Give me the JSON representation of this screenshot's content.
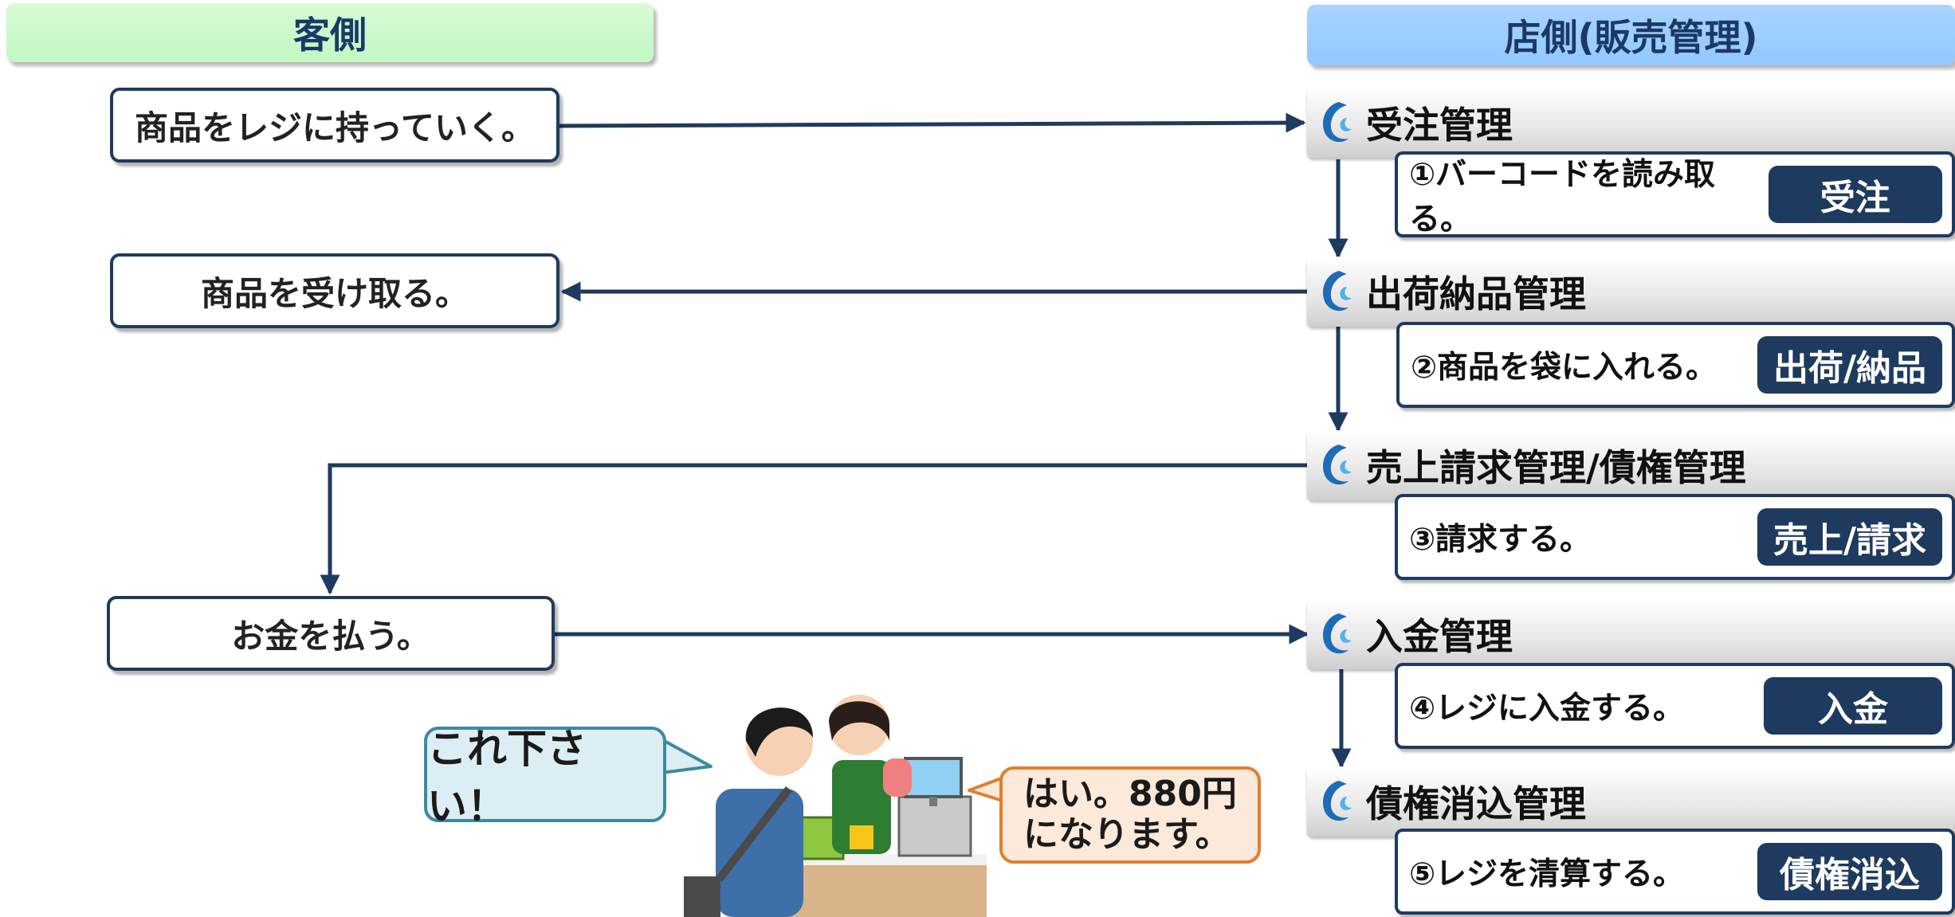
{
  "headers": {
    "customer": "客側",
    "store": "店側(販売管理)"
  },
  "customer_actions": [
    {
      "text": "商品をレジに持っていく。"
    },
    {
      "text": "商品を受け取る。"
    },
    {
      "text": "お金を払う。"
    }
  ],
  "stages": [
    {
      "title": "受注管理",
      "step": "①バーコードを読み取る。",
      "function": "受注"
    },
    {
      "title": "出荷納品管理",
      "step": "②商品を袋に入れる。",
      "function": "出荷/納品"
    },
    {
      "title": "売上請求管理/債権管理",
      "step": "③請求する。",
      "function": "売上/請求"
    },
    {
      "title": "入金管理",
      "step": "④レジに入金する。",
      "function": "入金"
    },
    {
      "title": "債権消込管理",
      "step": "⑤レジを清算する。",
      "function": "債権消込"
    }
  ],
  "illustration": {
    "customer_speech": "これ下さい！",
    "clerk_speech_line1": "はい。880円",
    "clerk_speech_line2": "になります。"
  },
  "colors": {
    "navy": "#1f3a5f",
    "customer_header": "#c3f7c3",
    "store_header": "#93c8ff",
    "customer_bubble": "#dcedf3",
    "clerk_bubble": "#fde9d9"
  },
  "icons": {
    "stage_logo": "swirl-logo-icon"
  }
}
